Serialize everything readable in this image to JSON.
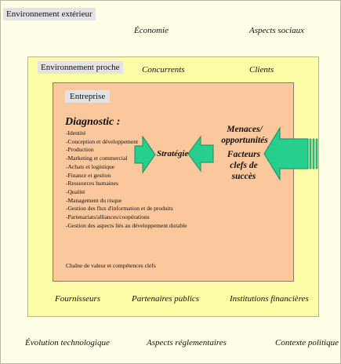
{
  "outer": {
    "title": "Environnement extérieur",
    "top_labels": [
      "Économie",
      "Aspects sociaux"
    ],
    "bottom_labels": [
      "Évolution technologique",
      "Aspects réglementaires",
      "Contexte politique"
    ]
  },
  "proche": {
    "title": "Environnement proche",
    "top_labels": [
      "Concurrents",
      "Clients"
    ],
    "bottom_labels": [
      "Fournisseurs",
      "Partenaires publics",
      "Institutions financières"
    ]
  },
  "entreprise": {
    "title": "Entreprise",
    "diagnostic_title": "Diagnostic :",
    "diagnostic_items": [
      "-Identité",
      "-Conception et développement",
      "-Production",
      "-Marketing et commercial",
      "-Achats et logistique",
      "-Finance et gestion",
      "-Ressources humaines",
      "-Qualité",
      "-Management du risque",
      "-Gestion des flux d'information et de produits",
      "-Partenariats/alliances/coopérations",
      "-Gestion des aspects liés au développement durable"
    ],
    "value_chain": "Chaîne de valeur et compétences clefs",
    "strategie": "Stratégie",
    "menaces": "Menaces/ opportunités",
    "facteurs": "Facteurs clefs de succès"
  },
  "colors": {
    "outer_bg": "#ffffe8",
    "ring_bg": "#fcfca6",
    "core_bg": "#fbc79c",
    "arrow_fill": "#27cf8e",
    "header_box": "#e3e3e3"
  }
}
